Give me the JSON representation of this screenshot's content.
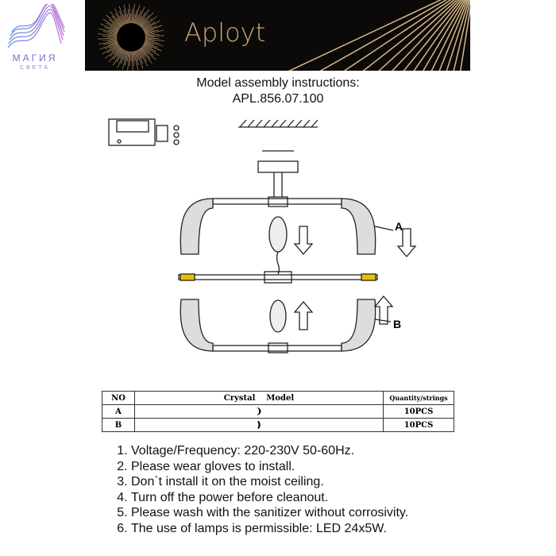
{
  "logo": {
    "line1": "МАГИЯ",
    "line2": "СВЕТА"
  },
  "banner": {
    "brand": "Aployt"
  },
  "title": {
    "line1": "Model assembly instructions:",
    "line2": "APL.856.07.100"
  },
  "diagram": {
    "label_a": "A",
    "label_b": "B"
  },
  "table": {
    "headers": [
      "NO",
      "Crystal    Model",
      "Quantity/strings"
    ],
    "rows": [
      {
        "no": "A",
        "model": "❩",
        "qty": "10PCS"
      },
      {
        "no": "B",
        "model": "❫",
        "qty": "10PCS"
      }
    ]
  },
  "notes": [
    "Voltage/Frequency: 220-230V 50-60Hz.",
    "Please wear gloves to install.",
    "Don`t install it on the moist ceiling.",
    "Turn off the power before cleanout.",
    "Please wash with the sanitizer without corrosivity.",
    "The use of lamps is permissible: LED 24x5W."
  ]
}
